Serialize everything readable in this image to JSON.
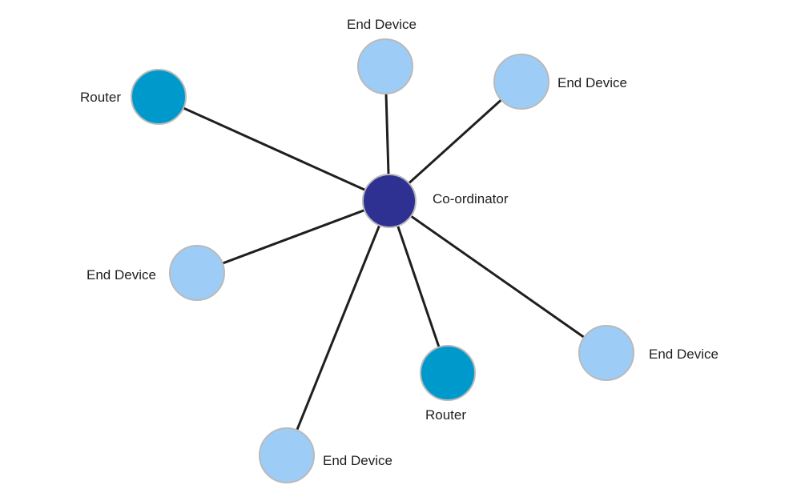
{
  "diagram": {
    "colors": {
      "coordinator": "#2e3192",
      "router": "#0099cc",
      "end_device": "#9dcdf7",
      "link": "#1f1f1f",
      "node_border": "#b9b9b9"
    },
    "nodes": {
      "coordinator": {
        "role": "coordinator",
        "label": "Co-ordinator"
      },
      "router_1": {
        "role": "router",
        "label": "Router"
      },
      "router_2": {
        "role": "router",
        "label": "Router"
      },
      "end_device_1": {
        "role": "end_device",
        "label": "End Device"
      },
      "end_device_2": {
        "role": "end_device",
        "label": "End Device"
      },
      "end_device_3": {
        "role": "end_device",
        "label": "End Device"
      },
      "end_device_4": {
        "role": "end_device",
        "label": "End Device"
      },
      "end_device_5": {
        "role": "end_device",
        "label": "End Device"
      }
    },
    "links": [
      {
        "from": "coordinator",
        "to": "router_1"
      },
      {
        "from": "coordinator",
        "to": "end_device_1"
      },
      {
        "from": "coordinator",
        "to": "end_device_2"
      },
      {
        "from": "coordinator",
        "to": "end_device_3"
      },
      {
        "from": "coordinator",
        "to": "end_device_4"
      },
      {
        "from": "coordinator",
        "to": "end_device_5"
      },
      {
        "from": "coordinator",
        "to": "router_2"
      }
    ]
  }
}
